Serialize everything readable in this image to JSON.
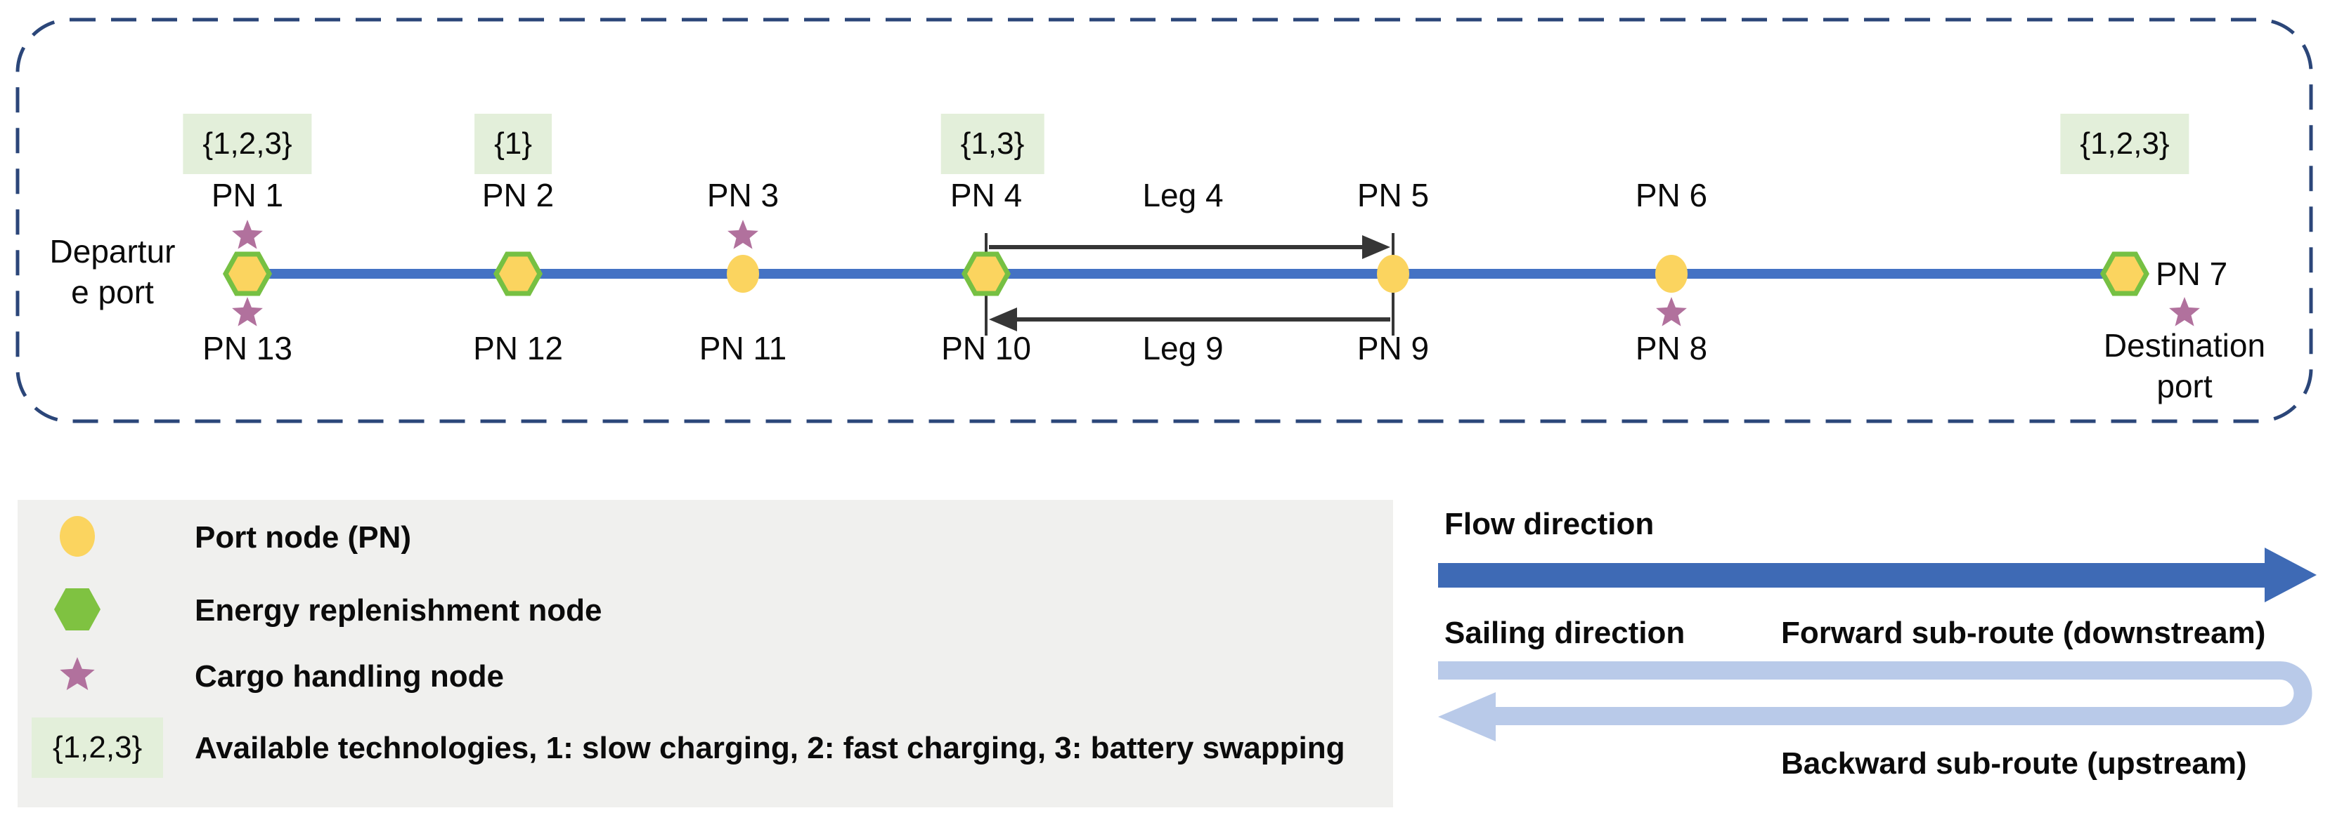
{
  "figure": {
    "description": "Maritime route diagram with port nodes, energy replenishment nodes and cargo handling nodes"
  },
  "diagram": {
    "departure_port": {
      "line1": "Departur",
      "line2": "e port"
    },
    "destination_port": {
      "line1": "Destination",
      "line2": "port"
    },
    "badges": [
      {
        "text": "{1,2,3}"
      },
      {
        "text": "{1}"
      },
      {
        "text": "{1,3}"
      },
      {
        "text": "{1,2,3}"
      }
    ],
    "nodes": [
      {
        "top_label": "PN 1",
        "bottom_label": "PN 13",
        "type": "energy",
        "star_above": true,
        "star_below": true
      },
      {
        "top_label": "PN 2",
        "bottom_label": "PN 12",
        "type": "energy",
        "star_above": false,
        "star_below": false
      },
      {
        "top_label": "PN 3",
        "bottom_label": "PN 11",
        "type": "port",
        "star_above": true,
        "star_below": false
      },
      {
        "top_label": "PN 4",
        "bottom_label": "PN 10",
        "type": "energy",
        "star_above": false,
        "star_below": false
      },
      {
        "top_label": "PN 5",
        "bottom_label": "PN 9",
        "type": "port",
        "star_above": false,
        "star_below": false
      },
      {
        "top_label": "PN 6",
        "bottom_label": "PN 8",
        "type": "port",
        "star_above": false,
        "star_below": true
      },
      {
        "top_label": "PN 7",
        "bottom_label": "",
        "type": "energy",
        "star_above": false,
        "star_below": true,
        "label_right": true
      }
    ],
    "legs": [
      {
        "label": "Leg 4",
        "direction": "right",
        "row": "top"
      },
      {
        "label": "Leg 9",
        "direction": "left",
        "row": "bottom"
      }
    ]
  },
  "legend": {
    "rows": [
      {
        "icon": "port-node-icon",
        "label": "Port node (PN)"
      },
      {
        "icon": "energy-node-icon",
        "label": "Energy replenishment node"
      },
      {
        "icon": "cargo-star-icon",
        "label": "Cargo handling node"
      },
      {
        "icon": "tech-badge",
        "badge_text": "{1,2,3}",
        "label": "Available technologies, 1: slow charging, 2: fast charging, 3: battery swapping"
      }
    ]
  },
  "directions": {
    "flow_label": "Flow direction",
    "sailing_label": "Sailing direction",
    "forward_label": "Forward sub-route (downstream)",
    "backward_label": "Backward sub-route (upstream)"
  },
  "colors": {
    "dashed_border": "#2B4679",
    "route_blue": "#4472C4",
    "flow_arrow_blue": "#3E6AB5",
    "sailing_blue": "#B9CAE9",
    "node_yellow": "#FBD45F",
    "hexagon_green": "#76C043",
    "legend_hexagon_green": "#7FC241",
    "star_pink": "#B1719D",
    "badge_bg": "#E3EFDA",
    "legend_bg": "#F0F0EE",
    "leg_arrow_black": "#363636",
    "text": "#0B0B0B"
  }
}
